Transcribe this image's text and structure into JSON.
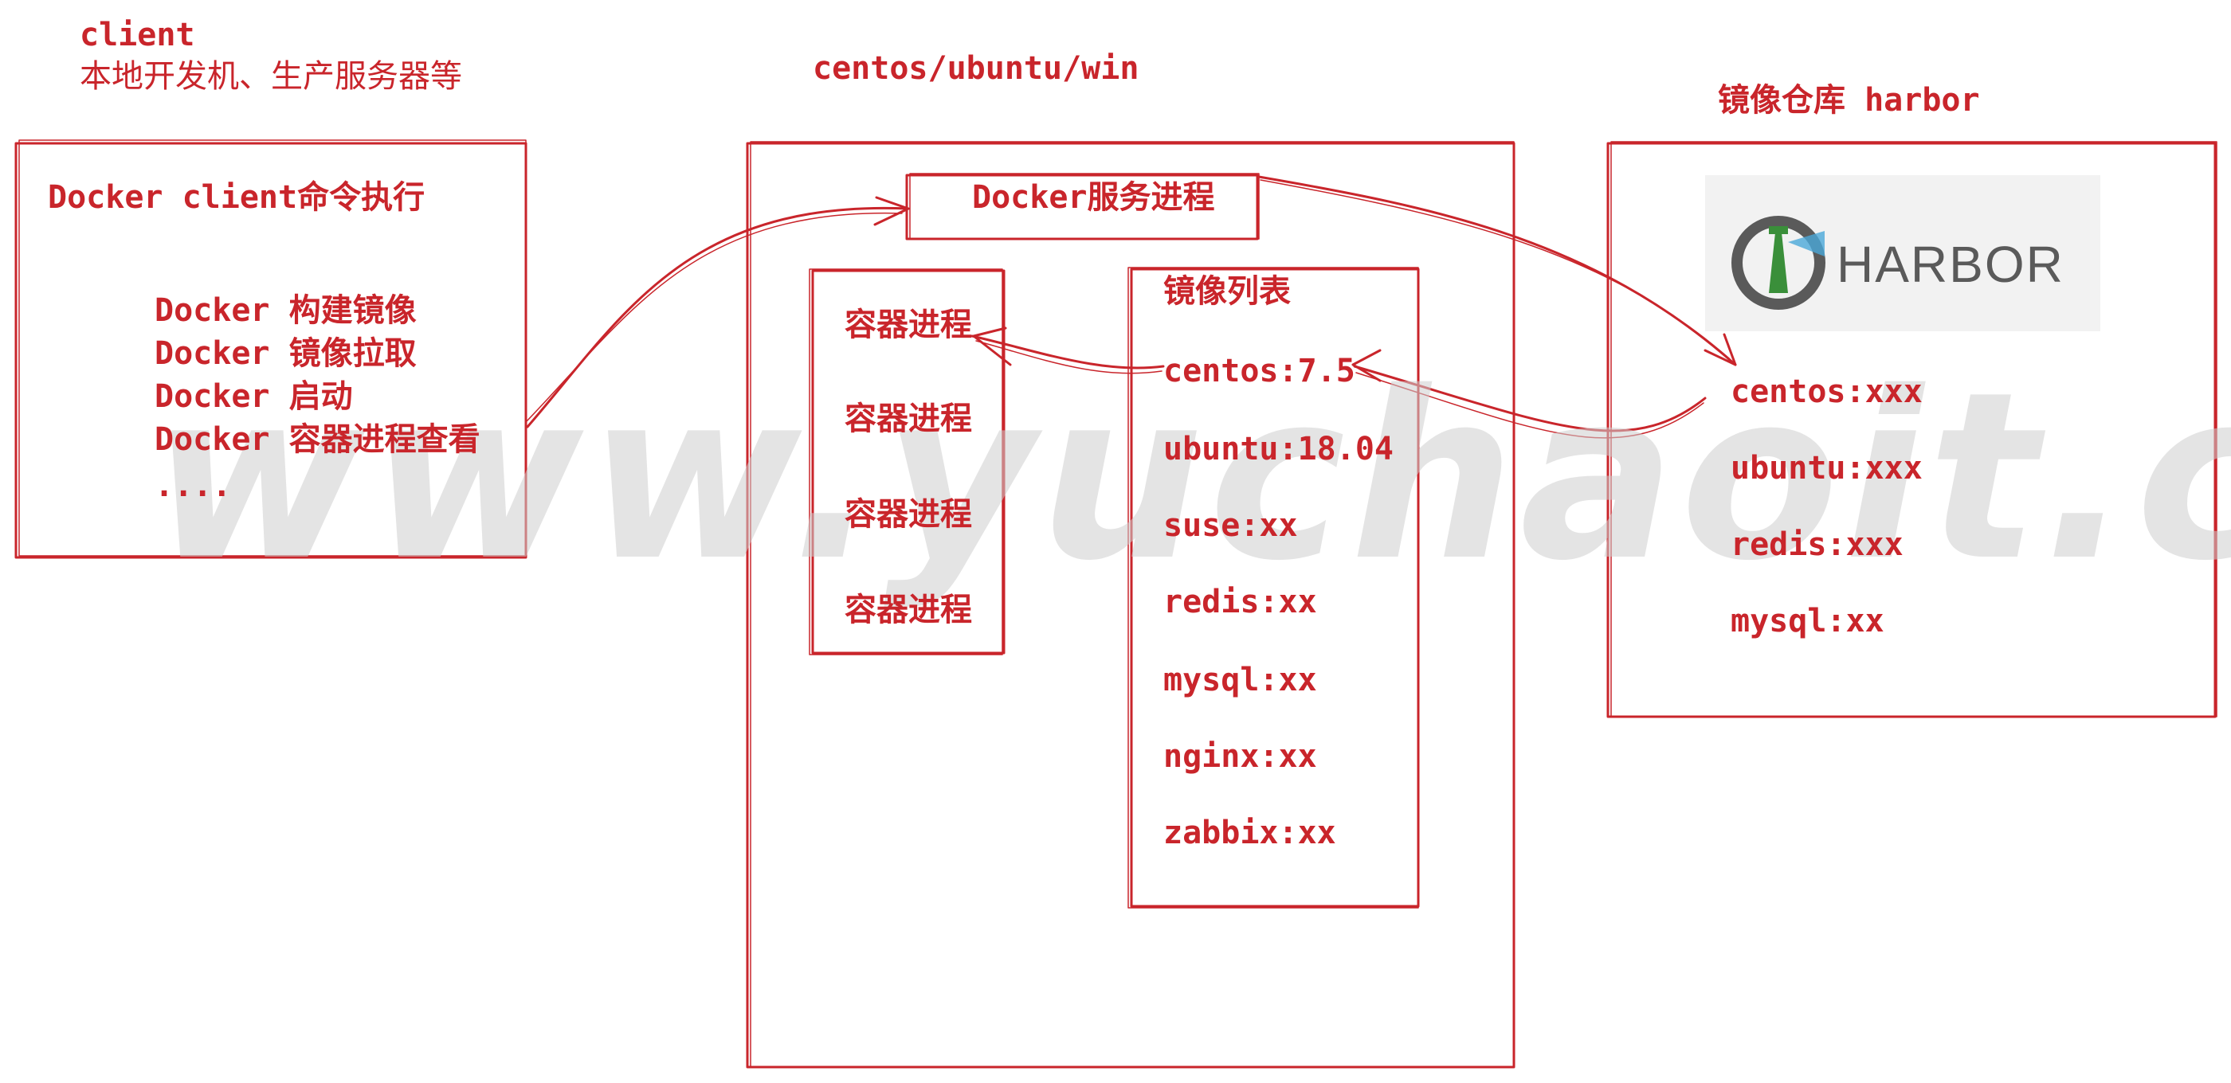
{
  "colors": {
    "accent": "#c9252b",
    "watermark": "#cfcfcf",
    "harbor_text": "#5a5a5a",
    "harbor_bg": "#f2f2f2"
  },
  "client": {
    "title": "client",
    "subtitle": "本地开发机、生产服务器等",
    "box_heading": "Docker client命令执行",
    "commands": [
      "Docker 构建镜像",
      "Docker 镜像拉取",
      "Docker 启动",
      "Docker 容器进程查看",
      "...."
    ]
  },
  "host": {
    "title": "centos/ubuntu/win",
    "service_label": "Docker服务进程",
    "containers": [
      "容器进程",
      "容器进程",
      "容器进程",
      "容器进程"
    ],
    "image_list_title": "镜像列表",
    "images": [
      "centos:7.5",
      "ubuntu:18.04",
      "suse:xx",
      "redis:xx",
      "mysql:xx",
      "nginx:xx",
      "zabbix:xx"
    ]
  },
  "registry": {
    "title": "镜像仓库 harbor",
    "logo_text": "HARBOR",
    "images": [
      "centos:xxx",
      "ubuntu:xxx",
      "redis:xxx",
      "mysql:xx"
    ]
  },
  "watermark": "www.yuchaoit.cn"
}
